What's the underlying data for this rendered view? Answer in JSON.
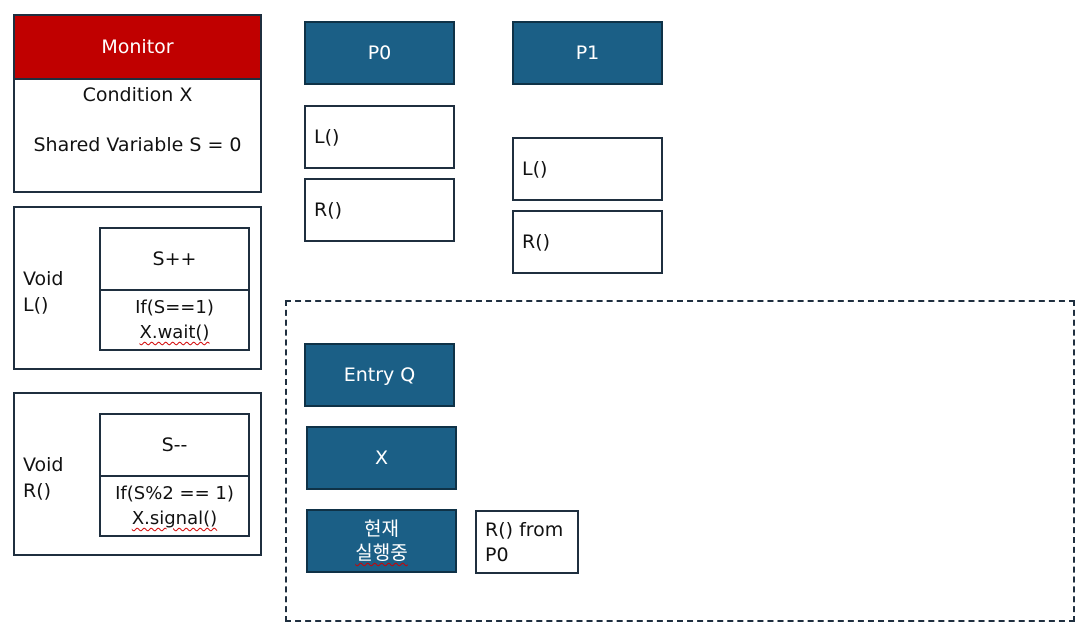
{
  "monitor": {
    "title": "Monitor",
    "condition": "Condition X",
    "shared": "Shared Variable S = 0"
  },
  "void_l": {
    "label_line1": "Void",
    "label_line2": "L()",
    "top": "S++",
    "bottom_line1": "If(S==1)",
    "bottom_line2": "X.wait()"
  },
  "void_r": {
    "label_line1": "Void",
    "label_line2": "R()",
    "top": "S--",
    "bottom_line1": "If(S%2 == 1)",
    "bottom_line2": "X.signal()"
  },
  "p0": {
    "title": "P0",
    "call1": "L()",
    "call2": "R()"
  },
  "p1": {
    "title": "P1",
    "call1": "L()",
    "call2": "R()"
  },
  "queue": {
    "entry": "Entry Q",
    "x": "X",
    "current_line1": "현재",
    "current_line2": "실행중",
    "current_value_line1": "R() from",
    "current_value_line2": "P0"
  },
  "colors": {
    "monitor_header": "#c00000",
    "process_fill": "#1b5f86"
  }
}
